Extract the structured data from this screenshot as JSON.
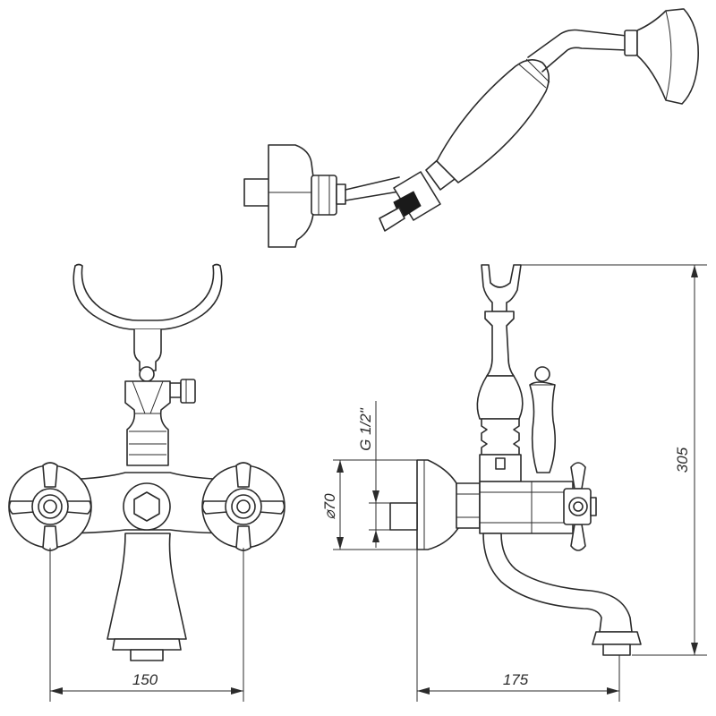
{
  "dimensions": {
    "front_width": "150",
    "side_depth": "175",
    "total_height": "305",
    "flange_diameter": "⌀70",
    "thread": "G 1/2\""
  },
  "colors": {
    "line": "#2b2b2b",
    "background": "#ffffff"
  }
}
